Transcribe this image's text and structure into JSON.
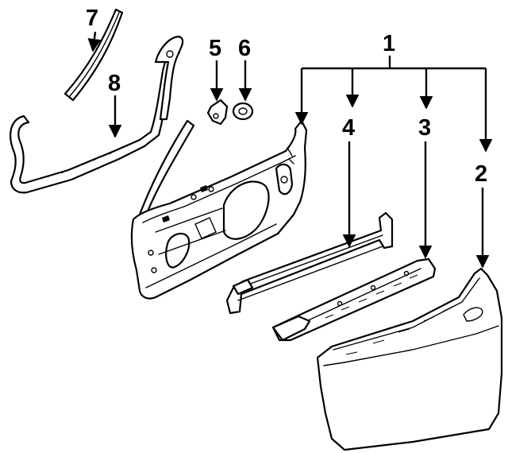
{
  "diagram": {
    "callouts": [
      {
        "id": "c1",
        "text": "1"
      },
      {
        "id": "c2",
        "text": "2"
      },
      {
        "id": "c3",
        "text": "3"
      },
      {
        "id": "c4",
        "text": "4"
      },
      {
        "id": "c5",
        "text": "5"
      },
      {
        "id": "c6",
        "text": "6"
      },
      {
        "id": "c7",
        "text": "7"
      },
      {
        "id": "c8",
        "text": "8"
      }
    ],
    "colors": {
      "line": "#000000",
      "background": "#ffffff"
    }
  }
}
